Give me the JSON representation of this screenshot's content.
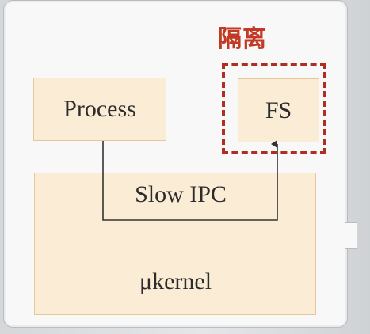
{
  "diagram": {
    "isolation_label": "隔离",
    "process_label": "Process",
    "fs_label": "FS",
    "ipc_label": "Slow IPC",
    "kernel_label": "μkernel"
  },
  "colors": {
    "box_fill": "#fbecd6",
    "box_border": "#e7c79a",
    "isolation": "#b02d22",
    "isolation_text": "#c23a25",
    "connector": "#333333"
  }
}
